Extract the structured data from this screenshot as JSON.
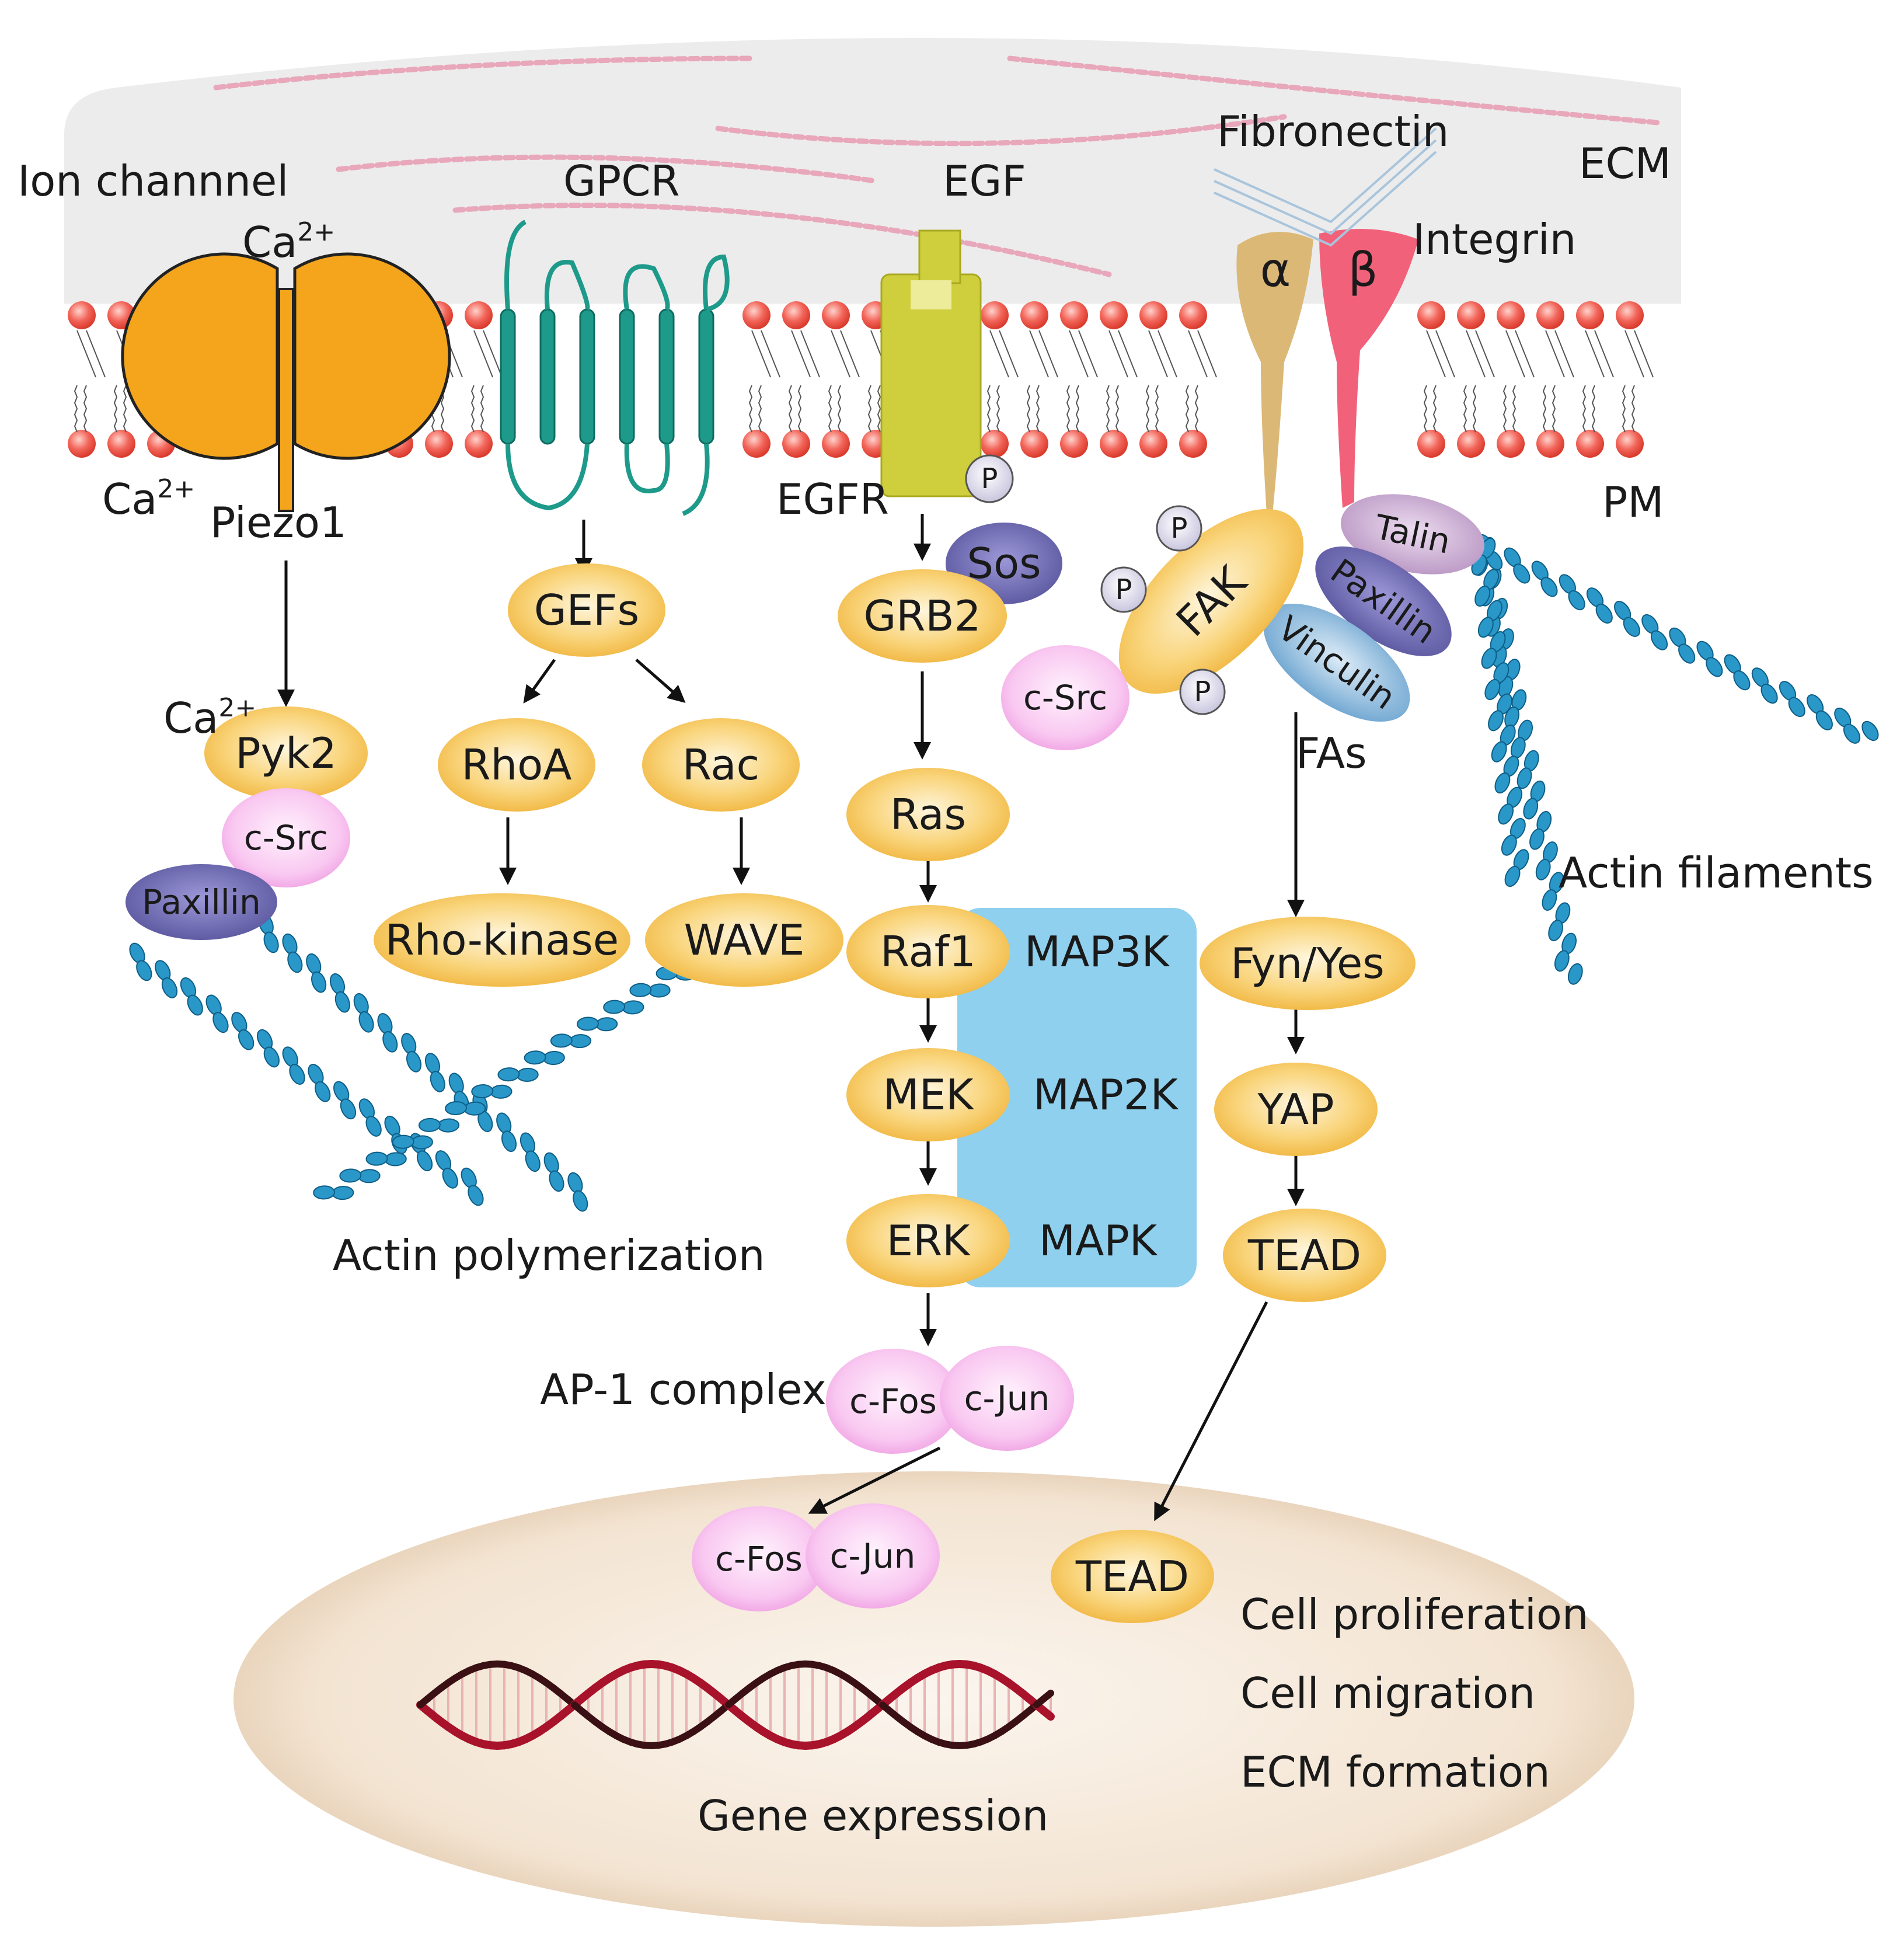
{
  "labels": {
    "ion_channel": "Ion channnel",
    "ca_top": "Ca",
    "ca_bottom": "Ca",
    "ca_pyk2": "Ca",
    "ca_sup": "2+",
    "piezo1": "Piezo1",
    "gpcr": "GPCR",
    "egf": "EGF",
    "egfr": "EGFR",
    "fibronectin": "Fibronectin",
    "ecm": "ECM",
    "integrin": "Integrin",
    "alpha": "α",
    "beta": "β",
    "pm": "PM",
    "fas": "FAs",
    "actin_filaments": "Actin filaments",
    "actin_polymerization": "Actin polymerization",
    "ap1_complex": "AP-1 complex",
    "gene_expression": "Gene expression",
    "map3k": "MAP3K",
    "map2k": "MAP2K",
    "mapk": "MAPK",
    "phospho": "P"
  },
  "nodes": {
    "pyk2": "Pyk2",
    "csrc_left": "c-Src",
    "paxillin_left": "Paxillin",
    "gefs": "GEFs",
    "rhoa": "RhoA",
    "rac": "Rac",
    "rho_kinase": "Rho-kinase",
    "wave": "WAVE",
    "sos": "Sos",
    "grb2": "GRB2",
    "ras": "Ras",
    "raf1": "Raf1",
    "mek": "MEK",
    "erk": "ERK",
    "cfos": "c-Fos",
    "cjun": "c-Jun",
    "cfos_nuc": "c-Fos",
    "cjun_nuc": "c-Jun",
    "fak": "FAK",
    "csrc_right": "c-Src",
    "talin": "Talin",
    "paxillin_right": "Paxillin",
    "vinculin": "Vinculin",
    "fyn_yes": "Fyn/Yes",
    "yap": "YAP",
    "tead": "TEAD",
    "tead_nuc": "TEAD"
  },
  "outcomes": [
    "Cell proliferation",
    "Cell migration",
    "ECM formation"
  ],
  "colors": {
    "ecm_bg": "#ececec",
    "lipid_head": "#ef4a3c",
    "node_fill": "#f5c35a",
    "pink_node": "#f7b8ec",
    "purple_node": "#6f6bb5",
    "talin_node": "#c7a9cf",
    "vinculin_node": "#7fb3d8",
    "map_box": "#8fd0ee",
    "gpcr": "#1e9a8a",
    "egfr": "#cfcf3e",
    "piezo": "#f4a51c",
    "integrin_alpha": "#dcb877",
    "integrin_beta": "#f2617a",
    "actin": "#2a97c9",
    "nucleus": "#f3e6d6",
    "collagen": "#e8a7bb"
  }
}
